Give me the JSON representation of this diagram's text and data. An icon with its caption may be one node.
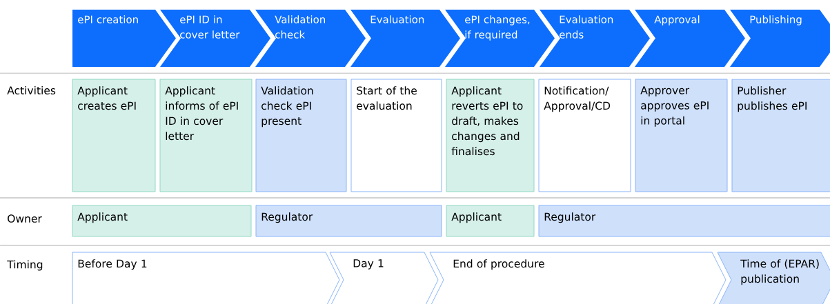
{
  "diagram": {
    "nodes": [
      {
        "text": [
          "ePI creation"
        ]
      },
      {
        "text": [
          "ePI ID in cover letter"
        ]
      },
      {
        "text": [
          "Validation check"
        ]
      },
      {
        "text": [
          "Evaluation"
        ]
      },
      {
        "text": [
          "ePI changes, if required"
        ]
      },
      {
        "text": [
          "Evaluation ends"
        ]
      },
      {
        "text": [
          "Approval"
        ]
      },
      {
        "text": [
          "Publishing"
        ]
      },
      {
        "text": [
          "Applicant creates ePI"
        ]
      },
      {
        "text": [
          "Applicant informs of ePI ID in cover letter"
        ]
      },
      {
        "text": [
          "Validation check ePI present"
        ]
      },
      {
        "text": [
          "Start of the evaluation"
        ]
      },
      {
        "text": [
          "Applicant reverts ePI to draft, makes changes and finalises"
        ]
      },
      {
        "text": [
          "Notification/ Approval/CD"
        ]
      },
      {
        "text": [
          "Approver approves ePI in portal"
        ]
      },
      {
        "text": [
          "Publisher publishes ePI"
        ]
      },
      {
        "text": [
          "Applicant"
        ]
      },
      {
        "text": [
          "Regulator"
        ]
      },
      {
        "text": [
          "Applicant"
        ]
      },
      {
        "text": [
          "Regulator"
        ]
      },
      {
        "text": [
          "Before Day 1"
        ]
      },
      {
        "text": [
          "Day 1"
        ]
      },
      {
        "text": [
          "End of procedure"
        ]
      },
      {
        "text": [
          "Time of (EPAR) publication"
        ]
      }
    ],
    "labels": [
      "Activities",
      "Owner",
      "Timing"
    ]
  }
}
